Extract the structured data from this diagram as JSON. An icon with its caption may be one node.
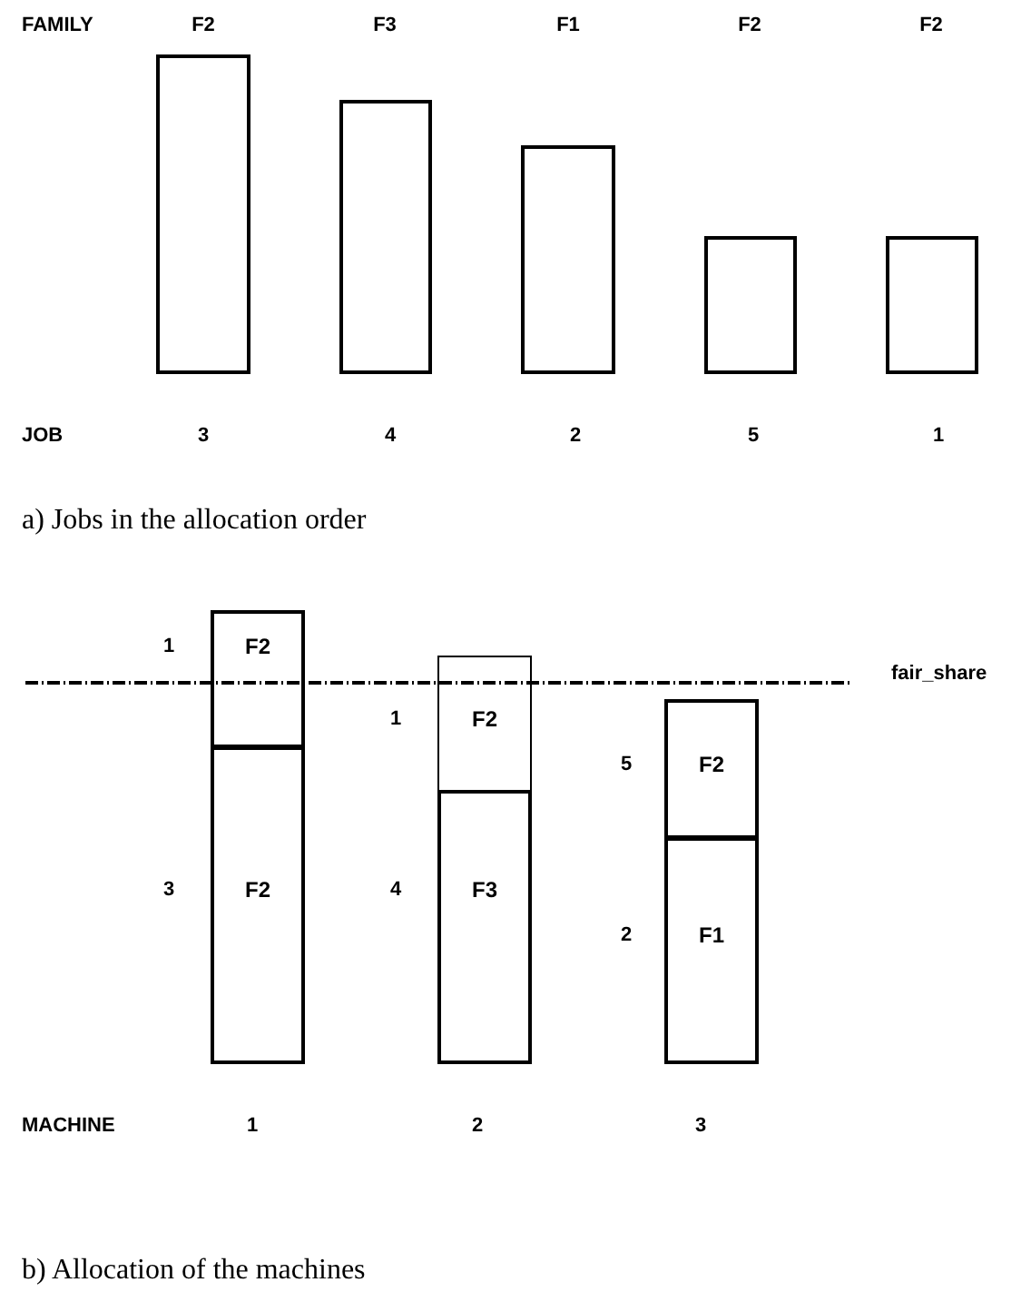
{
  "diagram": {
    "nodes": [
      {
        "text": [],
        "shape": "box"
      },
      {
        "text": [],
        "shape": "box"
      },
      {
        "text": [],
        "shape": "box"
      },
      {
        "text": [],
        "shape": "box"
      },
      {
        "text": [],
        "shape": "box"
      },
      {
        "text": [
          "F2"
        ],
        "beside": [
          "1"
        ]
      },
      {
        "text": [
          "F2"
        ],
        "beside": [
          "3"
        ]
      },
      {
        "text": [
          "F2"
        ],
        "beside": [
          "1"
        ]
      },
      {
        "text": [
          "F3"
        ],
        "beside": [
          "4"
        ]
      },
      {
        "text": [
          "F2"
        ],
        "beside": [
          "5"
        ]
      },
      {
        "text": [
          "F1"
        ],
        "beside": [
          "2"
        ]
      }
    ],
    "labels": [
      "FAMILY",
      "F2",
      "F3",
      "F1",
      "F2",
      "F2",
      "JOB",
      "3",
      "4",
      "2",
      "5",
      "1",
      "a) Jobs in the allocation order",
      "fair_share",
      "MACHINE",
      "1",
      "2",
      "3",
      "b) Allocation of the machines"
    ]
  }
}
